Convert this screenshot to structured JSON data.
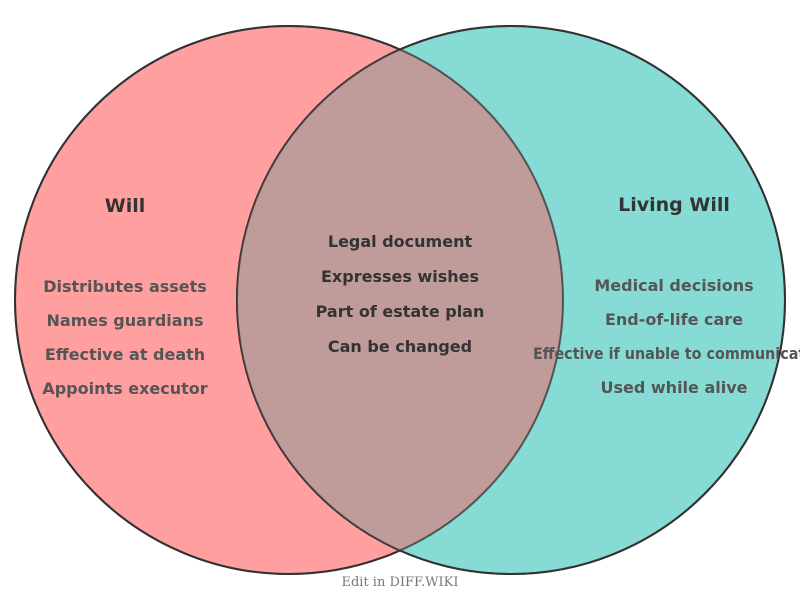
{
  "diagram": {
    "type": "venn",
    "colors": {
      "left_fill": "#ff9f9f",
      "right_fill": "#86dcd5",
      "overlap_fill": "#bf9b9a",
      "outline": "#333333"
    },
    "left": {
      "title": "Will",
      "items": [
        "Distributes assets",
        "Names guardians",
        "Effective at death",
        "Appoints executor"
      ]
    },
    "right": {
      "title": "Living Will",
      "items": [
        "Medical decisions",
        "End-of-life care",
        "Effective if unable to communicate",
        "Used while alive"
      ]
    },
    "overlap": {
      "items": [
        "Legal document",
        "Expresses wishes",
        "Part of estate plan",
        "Can be changed"
      ]
    }
  },
  "footer": {
    "text": "Edit in DIFF.WIKI"
  }
}
